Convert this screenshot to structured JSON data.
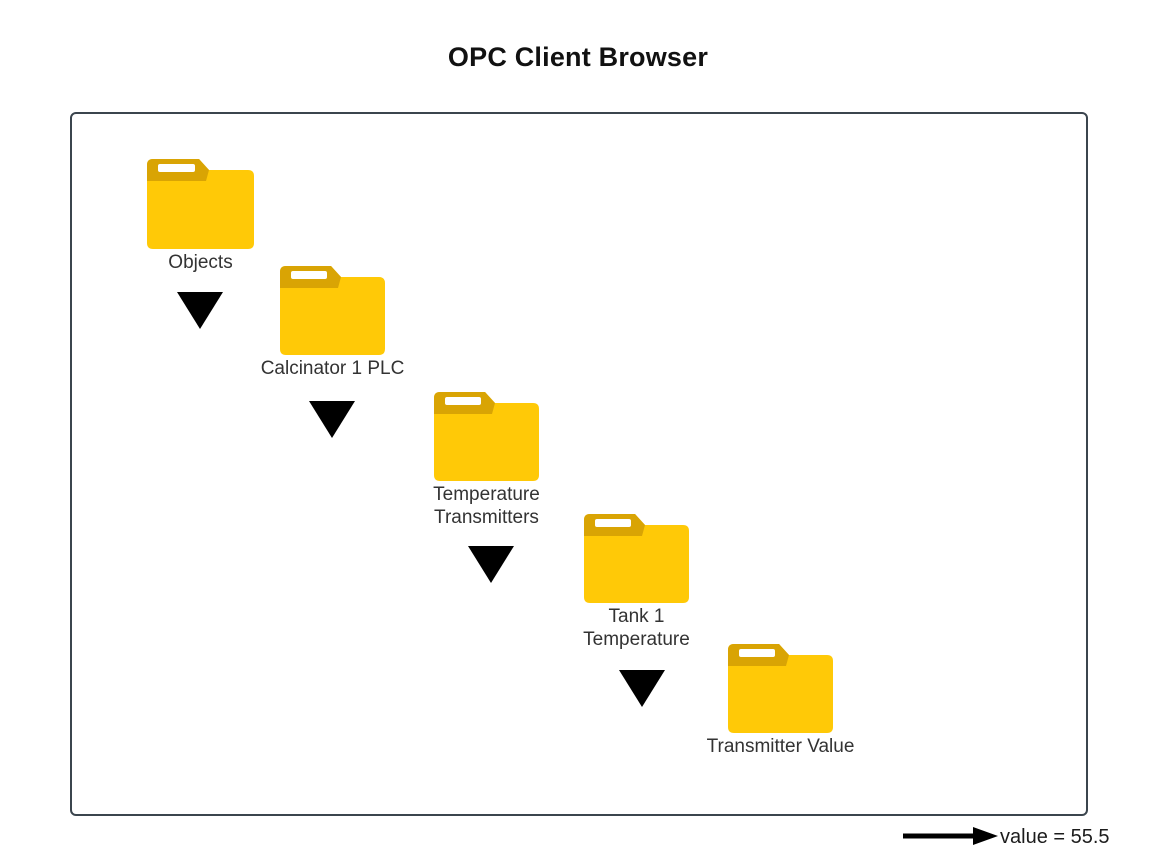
{
  "page": {
    "title": "OPC Client Browser"
  },
  "diagram": {
    "frame_border_color": "#3b454e",
    "folder_body_color": "#FFC907",
    "folder_tab_color": "#D9A404",
    "folder_slot_color": "#FFFFFF",
    "arrow_color": "#000000",
    "label_color": "#333333",
    "nodes": [
      {
        "id": "objects",
        "label": "Objects",
        "icon": "folder-icon"
      },
      {
        "id": "calcinator-1-plc",
        "label": "Calcinator 1 PLC",
        "icon": "folder-icon"
      },
      {
        "id": "temperature-transmitters",
        "label": "Temperature\nTransmitters",
        "icon": "folder-icon"
      },
      {
        "id": "tank-1-temperature",
        "label": "Tank 1\nTemperature",
        "icon": "folder-icon"
      },
      {
        "id": "transmitter-value",
        "label": "Transmitter Value",
        "icon": "folder-icon"
      }
    ],
    "connectors": [
      {
        "id": "objects-to-calcinator",
        "type": "down-arrow"
      },
      {
        "id": "calcinator-to-temperature",
        "type": "down-arrow"
      },
      {
        "id": "temperature-to-tank",
        "type": "down-arrow"
      },
      {
        "id": "tank-to-transmitter",
        "type": "down-arrow"
      },
      {
        "id": "transmitter-to-value",
        "type": "right-arrow"
      }
    ],
    "value_readout": "value = 55.5"
  }
}
